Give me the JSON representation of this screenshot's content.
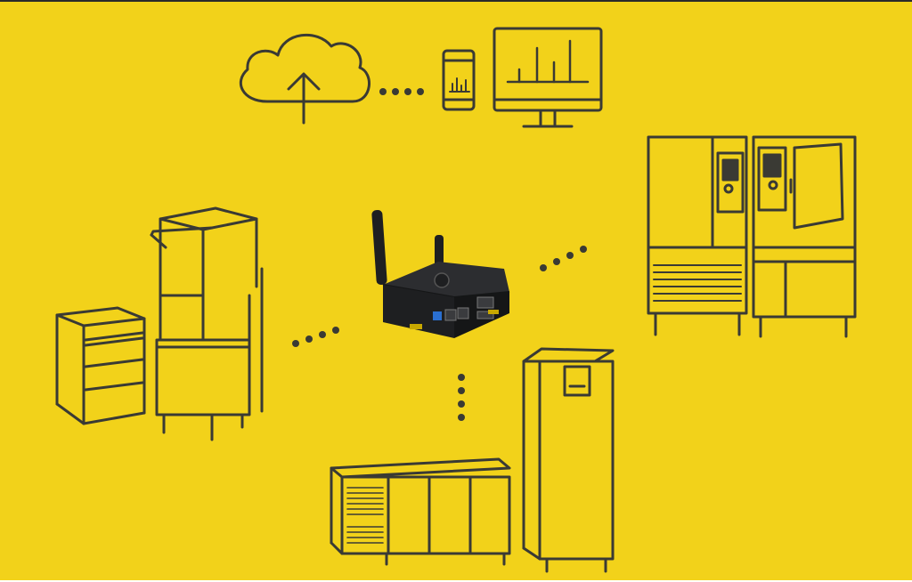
{
  "diagram": {
    "colors": {
      "background": "#f2d21a",
      "line": "#3a3a34",
      "device_body": "#1e1f21",
      "device_top": "#2c2d30",
      "port_blue": "#2a6fd1"
    },
    "nodes": [
      {
        "id": "cloud",
        "icon": "cloud-upload-icon"
      },
      {
        "id": "mobile",
        "icon": "mobile-chart-icon"
      },
      {
        "id": "monitor",
        "icon": "monitor-chart-icon"
      },
      {
        "id": "gateway",
        "icon": "iot-gateway-router"
      },
      {
        "id": "combi-ovens",
        "icon": "combi-oven-stack-icon"
      },
      {
        "id": "dishwashers",
        "icon": "dishwasher-icon"
      },
      {
        "id": "fridges",
        "icon": "refrigeration-icon"
      }
    ],
    "connectors": [
      {
        "from": "cloud",
        "to": "mobile",
        "style": "dotted"
      },
      {
        "from": "gateway",
        "to": "dishwashers",
        "style": "dotted"
      },
      {
        "from": "gateway",
        "to": "combi-ovens",
        "style": "dotted"
      },
      {
        "from": "gateway",
        "to": "fridges",
        "style": "dotted"
      }
    ]
  }
}
